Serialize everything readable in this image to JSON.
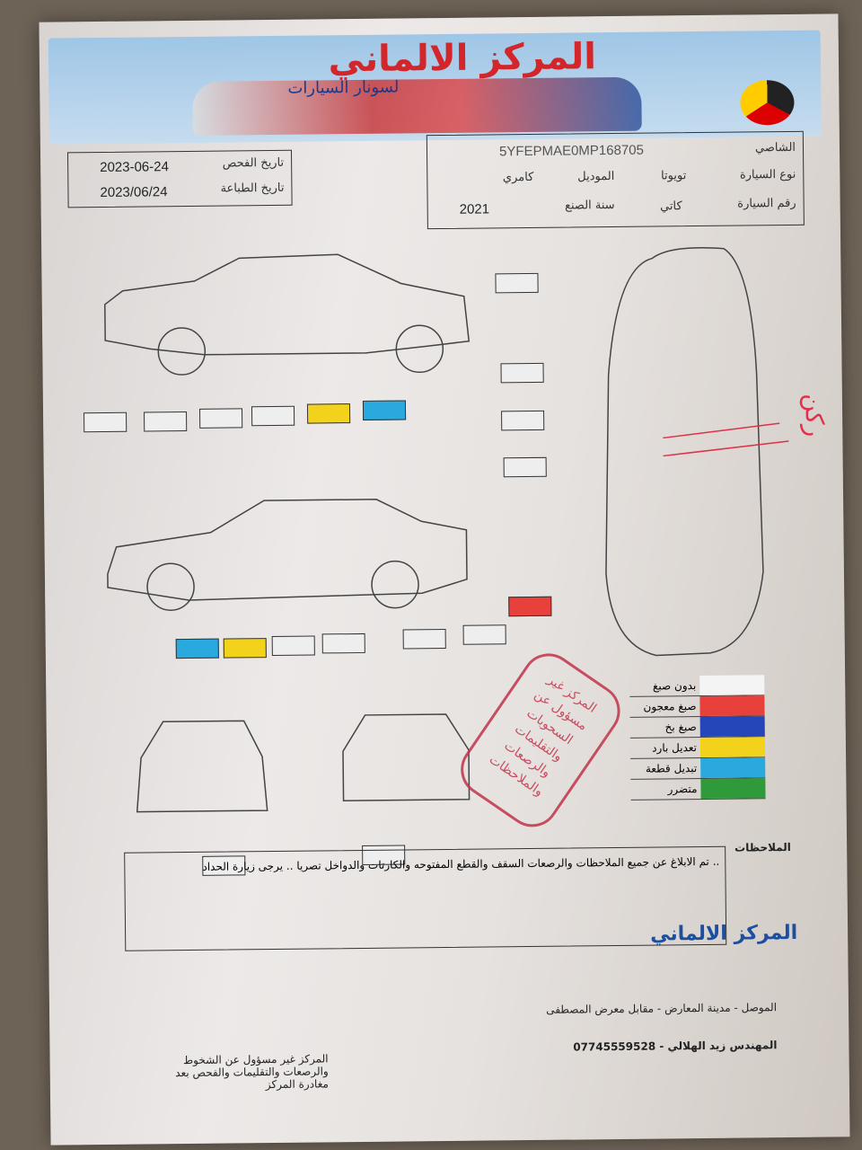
{
  "header": {
    "title": "المركز الالماني",
    "subtitle": "لسونار السيارات"
  },
  "dates": {
    "inspection_label": "تاريخ الفحص",
    "inspection_value": "2023-06-24",
    "print_label": "تاريخ الطباعة",
    "print_value": "2023/06/24"
  },
  "vehicle": {
    "vin_label": "الشاصي",
    "vin": "5YFEPMAE0MP168705",
    "make_label": "نوع السيارة",
    "make": "تويوتا",
    "model_label": "الموديل",
    "model": "كامري",
    "plate_label": "رقم السيارة",
    "plate": "كاتي",
    "year_label": "سنة الصنع",
    "year": "2021"
  },
  "colors": {
    "none": "#eeeeee",
    "putty": "#e8403a",
    "spray": "#2546b8",
    "cold_repair": "#f2d21a",
    "replaced": "#29a9de",
    "damaged": "#2f9a3a"
  },
  "side_view_1_boxes": [
    "none",
    "none",
    "none",
    "none",
    "cold_repair",
    "replaced"
  ],
  "side_view_2_boxes": [
    "replaced",
    "cold_repair",
    "none",
    "none",
    "none",
    "none"
  ],
  "top_view_boxes": [
    "none",
    "none",
    "none",
    "none",
    "putty"
  ],
  "legend": [
    {
      "label": "بدون صبغ",
      "color": "#f4f4f4"
    },
    {
      "label": "صبغ معجون",
      "color": "#e8403a"
    },
    {
      "label": "صبغ بخ",
      "color": "#2546b8"
    },
    {
      "label": "تعديل بارد",
      "color": "#f2d21a"
    },
    {
      "label": "تبديل قطعة",
      "color": "#29a9de"
    },
    {
      "label": "متضرر",
      "color": "#2f9a3a"
    }
  ],
  "stamp": "المركز غير مسؤول عن السحوبات والتقليمات والرصعات والملاحظات",
  "handwriting": "ركن",
  "notes": {
    "label": "الملاحظات",
    "text": ".. تم الابلاغ عن جميع الملاحظات والرصعات السقف والقطع المفتوحه والكارتات والدواخل تصريا .. يرجى زيارة الحداد"
  },
  "footer": {
    "brand": "المركز الالماني",
    "address": "الموصل - مدينة المعارض - مقابل معرض المصطفى",
    "engineer": "المهندس زيد الهلالي - 07745559528",
    "disclaimer": "المركز غير مسؤول عن الشخوط والرصعات والتقليمات والفحص بعد مغادرة المركز"
  }
}
